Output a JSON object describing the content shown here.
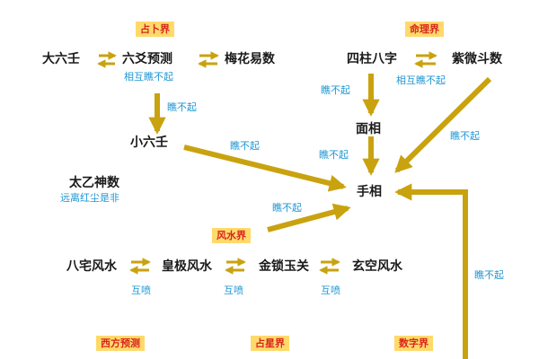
{
  "categories": {
    "divination": "占卜界",
    "destiny": "命理界",
    "fengshui": "风水界",
    "western": "西方预测",
    "astrology": "占星界",
    "numerology": "数字界"
  },
  "nodes": {
    "da_liu_ren": "大六壬",
    "liu_yao": "六爻预测",
    "mei_hua": "梅花易数",
    "xiao_liu_ren": "小六壬",
    "tai_yi": "太乙神数",
    "si_zhu": "四柱八字",
    "zi_wei": "紫微斗数",
    "mian_xiang": "面相",
    "shou_xiang": "手相",
    "ba_zhai": "八宅风水",
    "huang_ji": "皇极风水",
    "jin_suo": "金锁玉关",
    "xuan_kong": "玄空风水"
  },
  "edge_labels": {
    "liuyao_mutual": "相互瞧不起",
    "liuyao_to_xiao": "瞧不起",
    "xiao_to_shou": "瞧不起",
    "tai_yi_note": "远离红尘是非",
    "sizhu_mutual": "相互瞧不起",
    "sizhu_to_mian": "瞧不起",
    "mian_to_shou": "瞧不起",
    "ziwei_to_shou": "瞧不起",
    "fengshui_to_shou": "瞧不起",
    "numerology_to_shou": "瞧不起",
    "fengshui_pair_1": "互喷",
    "fengshui_pair_2": "互喷",
    "fengshui_pair_3": "互喷"
  },
  "colors": {
    "arrow": "#c9a20f",
    "category_bg": "#ffd96a",
    "category_text": "#d7261e",
    "label_text": "#1f97d3",
    "node_text": "#1a1a1a"
  }
}
